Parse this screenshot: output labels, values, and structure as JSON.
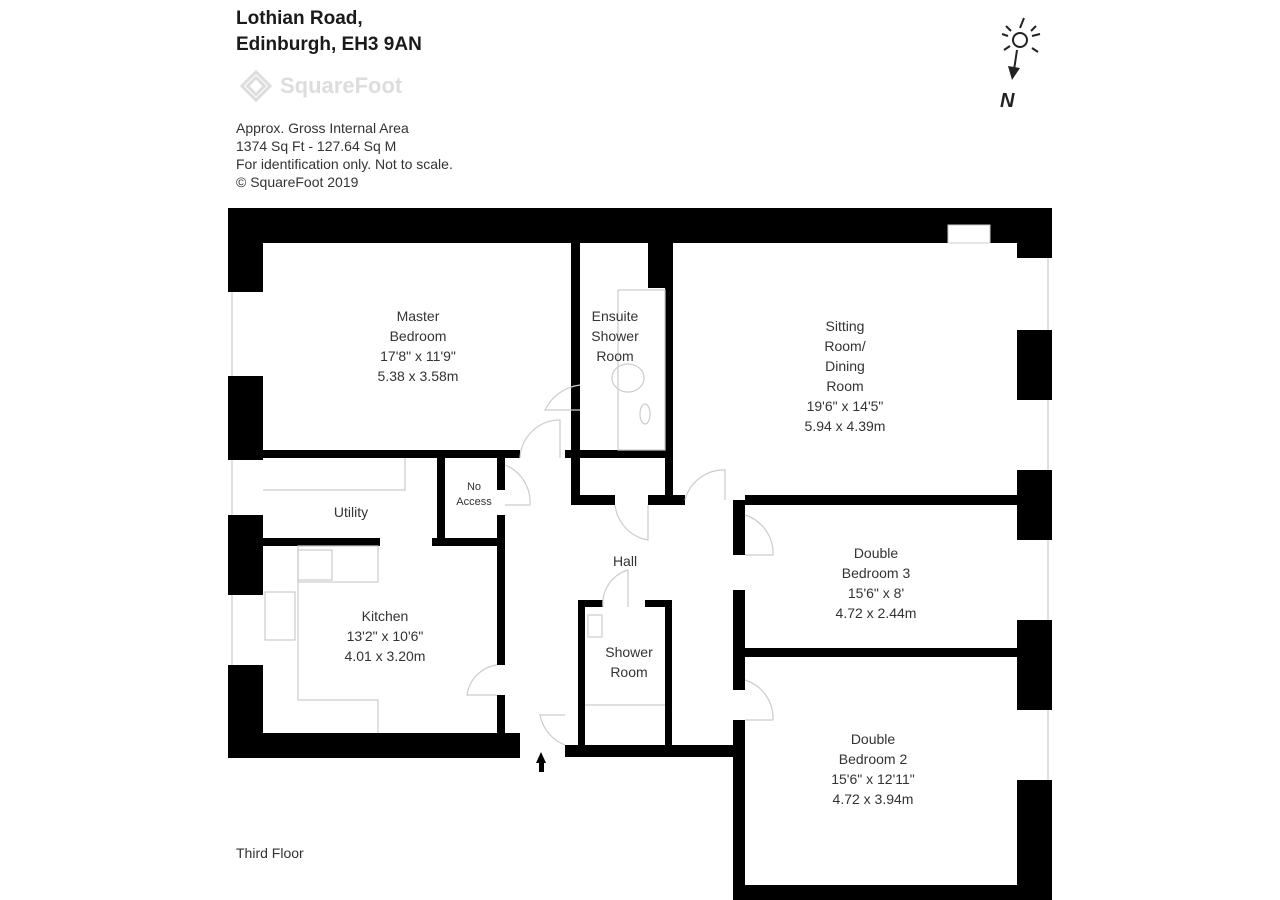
{
  "header": {
    "address_line1": "Lothian Road,",
    "address_line2": "Edinburgh, EH3 9AN"
  },
  "logo": {
    "text": "SquareFoot"
  },
  "info": {
    "line1": "Approx. Gross Internal Area",
    "line2": "1374 Sq Ft  -  127.64 Sq M",
    "line3": "For identification only. Not to scale.",
    "line4": "© SquareFoot 2019"
  },
  "compass": {
    "label": "N"
  },
  "rooms": {
    "master": {
      "name1": "Master",
      "name2": "Bedroom",
      "imperial": "17'8\" x 11'9\"",
      "metric": "5.38 x 3.58m"
    },
    "ensuite": {
      "name1": "Ensuite",
      "name2": "Shower",
      "name3": "Room"
    },
    "sitting": {
      "name1": "Sitting",
      "name2": "Room/",
      "name3": "Dining",
      "name4": "Room",
      "imperial": "19'6\" x 14'5\"",
      "metric": "5.94 x 4.39m"
    },
    "no_access": {
      "name1": "No",
      "name2": "Access"
    },
    "utility": {
      "name": "Utility"
    },
    "hall": {
      "name": "Hall"
    },
    "kitchen": {
      "name": "Kitchen",
      "imperial": "13'2\" x 10'6\"",
      "metric": "4.01 x 3.20m"
    },
    "bed3": {
      "name1": "Double",
      "name2": "Bedroom 3",
      "imperial": "15'6\" x 8'",
      "metric": "4.72 x 2.44m"
    },
    "shower": {
      "name1": "Shower",
      "name2": "Room"
    },
    "bed2": {
      "name1": "Double",
      "name2": "Bedroom 2",
      "imperial": "15'6\" x 12'11\"",
      "metric": "4.72 x 3.94m"
    }
  },
  "footer": {
    "floor": "Third Floor"
  }
}
